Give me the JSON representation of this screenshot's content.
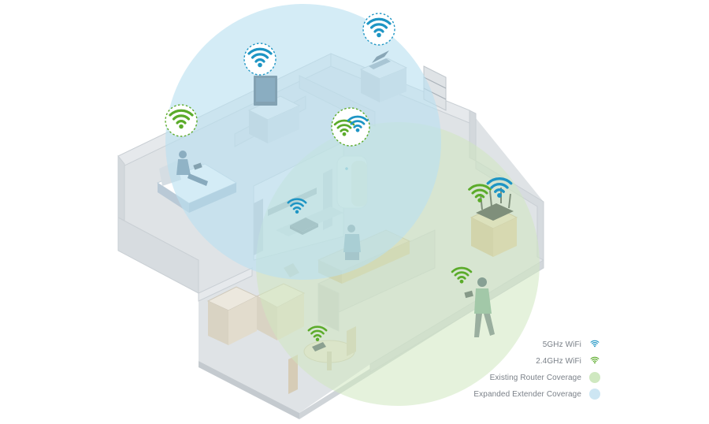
{
  "colors": {
    "wifi_5ghz": "#1e95c4",
    "wifi_24ghz": "#5bab2a",
    "router_coverage": "#cfe8c0",
    "extender_coverage": "#cde6f3",
    "wall_top": "#e3e7ea",
    "wall_side": "#c9cfd4",
    "floor": "#dfe3e6"
  },
  "legend": {
    "wifi_5ghz": {
      "label": "5GHz WiFi",
      "icon": "wifi-icon"
    },
    "wifi_24ghz": {
      "label": "2.4GHz WiFi",
      "icon": "wifi-icon"
    },
    "router_coverage": {
      "label": "Existing Router Coverage",
      "icon": "circle-swatch"
    },
    "extender_coverage": {
      "label": "Expanded Extender Coverage",
      "icon": "circle-swatch"
    }
  },
  "devices": [
    {
      "name": "bedroom-laptop",
      "signal": "2.4GHz WiFi"
    },
    {
      "name": "study-monitor",
      "signal": "5GHz WiFi"
    },
    {
      "name": "office-laptop",
      "signal": "5GHz WiFi"
    },
    {
      "name": "range-extender",
      "signal": "2.4GHz + 5GHz WiFi"
    },
    {
      "name": "tv-set-top-box",
      "signal": "5GHz WiFi"
    },
    {
      "name": "existing-router",
      "signal": "2.4GHz + 5GHz WiFi"
    },
    {
      "name": "phone-user",
      "signal": "2.4GHz WiFi"
    },
    {
      "name": "tablet-on-table",
      "signal": "2.4GHz WiFi"
    }
  ]
}
